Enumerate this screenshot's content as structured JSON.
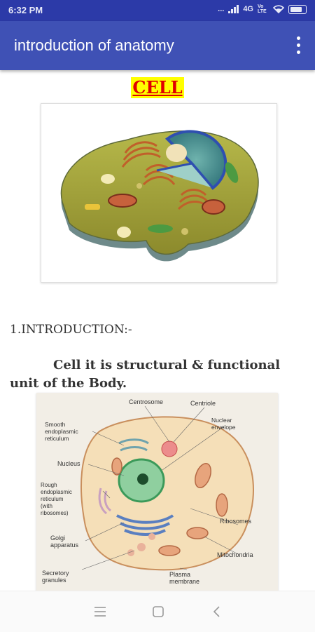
{
  "status_bar": {
    "time": "6:32 PM",
    "dots": "...",
    "network": "4G",
    "volte": "Vo LTE"
  },
  "app_bar": {
    "title": "introduction of anatomy",
    "menu_icon": "more-vert-icon"
  },
  "content": {
    "heading": "CELL",
    "section_title": "1.INTRODUCTION:-",
    "paragraph": "Cell it is structural & functional unit of the Body.",
    "diagram_labels": {
      "centrosome": "Centrosome",
      "centriole": "Centriole",
      "smooth_er": "Smooth endoplasmic reticulum",
      "nuclear_envelope": "Nuclear envelope",
      "nucleus": "Nucleus",
      "rough_er": "Rough endoplasmic reticulum (with ribosomes)",
      "ribosomes": "Ribosomes",
      "golgi": "Golgi apparatus",
      "mitochondria": "Mitochondria",
      "secretory": "Secretory granules",
      "plasma_membrane": "Plasma membrane"
    }
  },
  "nav_bar": {
    "recents_icon": "menu-lines-icon",
    "home_icon": "square-home-icon",
    "back_icon": "back-chevron-icon"
  },
  "colors": {
    "status_bar": "#2c3aa8",
    "app_bar": "#3f51b5",
    "heading_text": "#e00000",
    "heading_highlight": "#ffff00"
  }
}
